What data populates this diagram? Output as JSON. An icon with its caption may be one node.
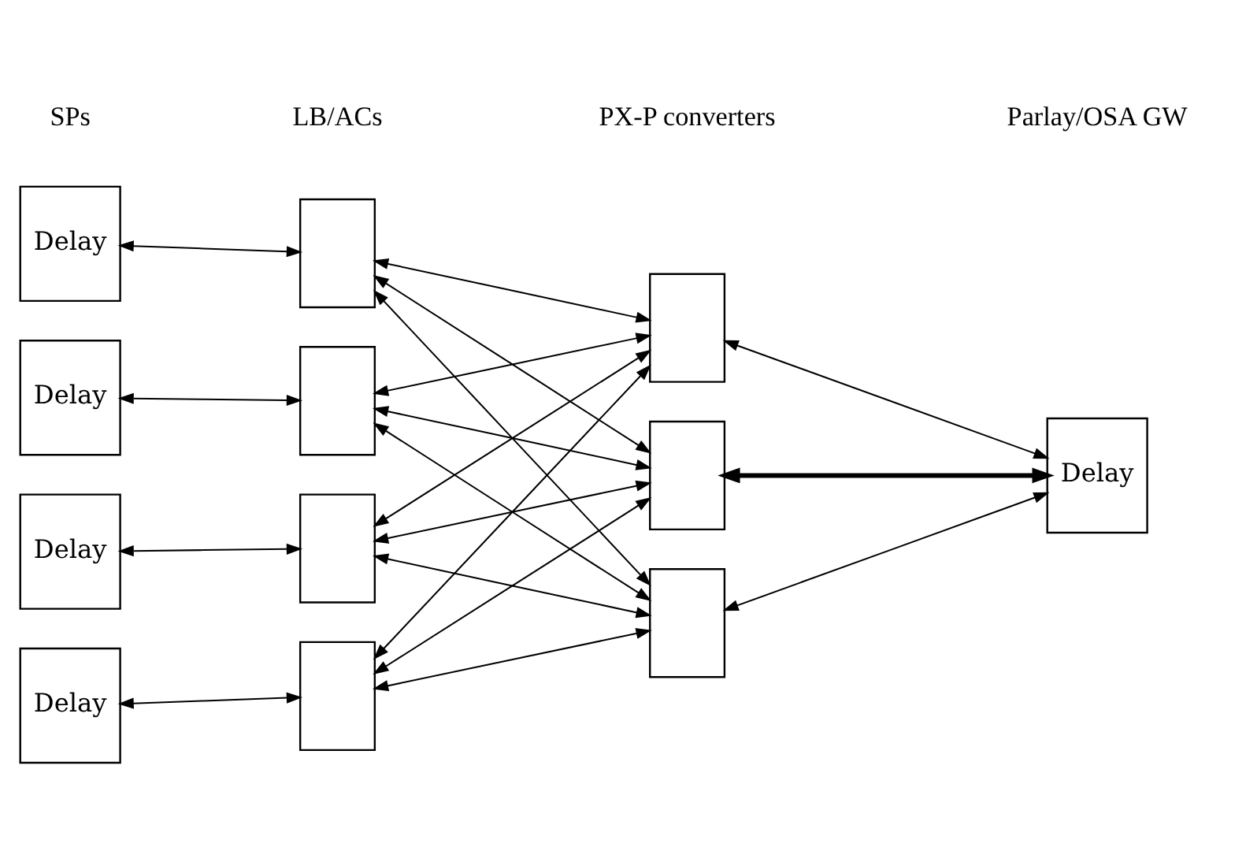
{
  "diagram": {
    "nodes": [
      {
        "text": [
          "Delay"
        ]
      },
      {
        "text": [
          "Delay"
        ]
      },
      {
        "text": [
          "Delay"
        ]
      },
      {
        "text": [
          "Delay"
        ]
      },
      {
        "text": [],
        "shape": "box"
      },
      {
        "text": [],
        "shape": "box"
      },
      {
        "text": [],
        "shape": "box"
      },
      {
        "text": [],
        "shape": "box"
      },
      {
        "text": [],
        "shape": "box"
      },
      {
        "text": [],
        "shape": "box"
      },
      {
        "text": [],
        "shape": "box"
      },
      {
        "text": [
          "Delay"
        ]
      }
    ],
    "edges": [
      {
        "from": 0,
        "to": 4,
        "arrow": "both"
      },
      {
        "from": 1,
        "to": 5,
        "arrow": "both"
      },
      {
        "from": 2,
        "to": 6,
        "arrow": "both"
      },
      {
        "from": 3,
        "to": 7,
        "arrow": "both"
      },
      {
        "from": 4,
        "to": 8,
        "arrow": "both"
      },
      {
        "from": 4,
        "to": 9,
        "arrow": "both"
      },
      {
        "from": 4,
        "to": 10,
        "arrow": "both"
      },
      {
        "from": 5,
        "to": 8,
        "arrow": "both"
      },
      {
        "from": 5,
        "to": 9,
        "arrow": "both"
      },
      {
        "from": 5,
        "to": 10,
        "arrow": "both"
      },
      {
        "from": 6,
        "to": 8,
        "arrow": "both"
      },
      {
        "from": 6,
        "to": 9,
        "arrow": "both"
      },
      {
        "from": 6,
        "to": 10,
        "arrow": "both"
      },
      {
        "from": 7,
        "to": 8,
        "arrow": "both"
      },
      {
        "from": 7,
        "to": 9,
        "arrow": "both"
      },
      {
        "from": 7,
        "to": 10,
        "arrow": "both"
      },
      {
        "from": 8,
        "to": 11,
        "arrow": "both"
      },
      {
        "from": 9,
        "to": 11,
        "arrow": "both",
        "style": "thick"
      },
      {
        "from": 10,
        "to": 11,
        "arrow": "both"
      }
    ],
    "labels": [
      "SPs",
      "LB/ACs",
      "PX-P converters",
      "Parlay/OSA GW"
    ]
  }
}
